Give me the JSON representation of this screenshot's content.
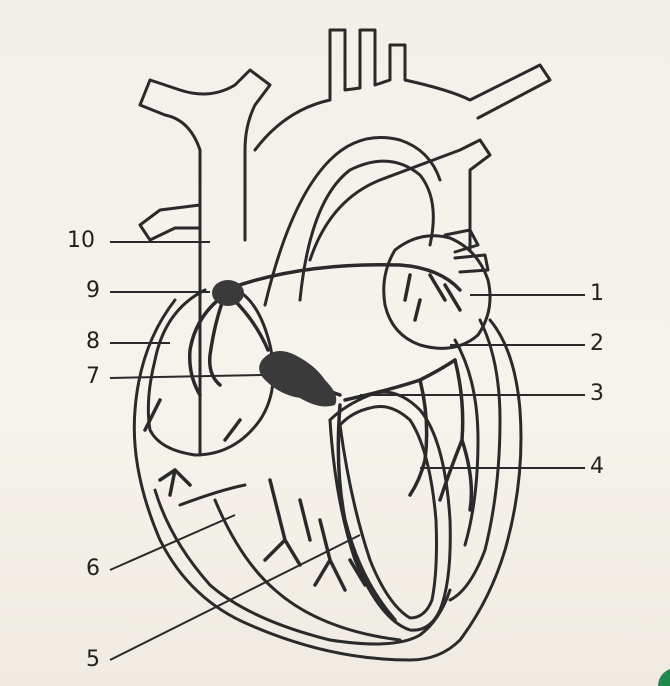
{
  "diagram": {
    "labels": {
      "l1": "1",
      "l2": "2",
      "l3": "3",
      "l4": "4",
      "l5": "5",
      "l6": "6",
      "l7": "7",
      "l8": "8",
      "l9": "9",
      "l10": "10"
    },
    "colors": {
      "background": "#f4f1ea",
      "ink": "#2a2a2a",
      "node": "#3a3a3a",
      "corner_mark": "#1f8a4c"
    }
  }
}
